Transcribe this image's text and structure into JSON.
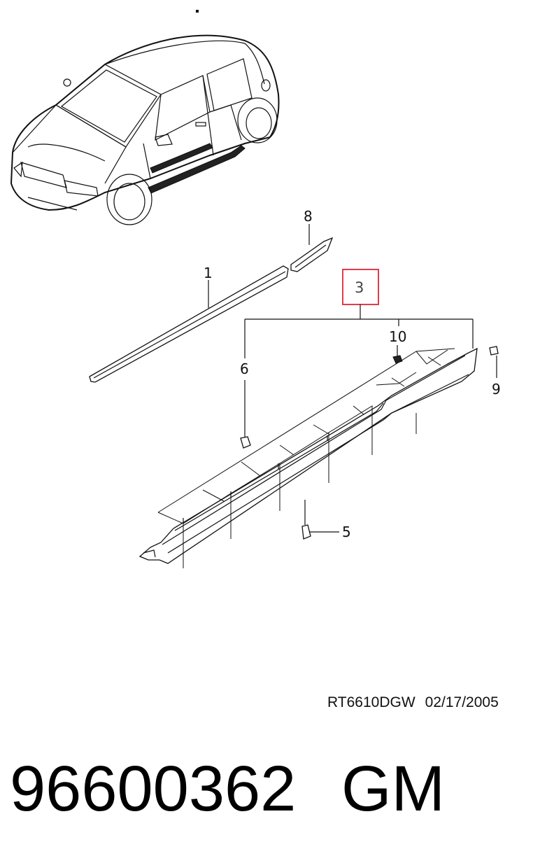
{
  "diagram": {
    "callouts": {
      "c1": "1",
      "c3": "3",
      "c5": "5",
      "c6": "6",
      "c8": "8",
      "c9": "9",
      "c10": "10"
    },
    "highlight_color": "#e23b4a"
  },
  "footer": {
    "ref_code": "RT6610DGW",
    "ref_date": "02/17/2005",
    "part_number": "96600362",
    "brand": "GM"
  }
}
